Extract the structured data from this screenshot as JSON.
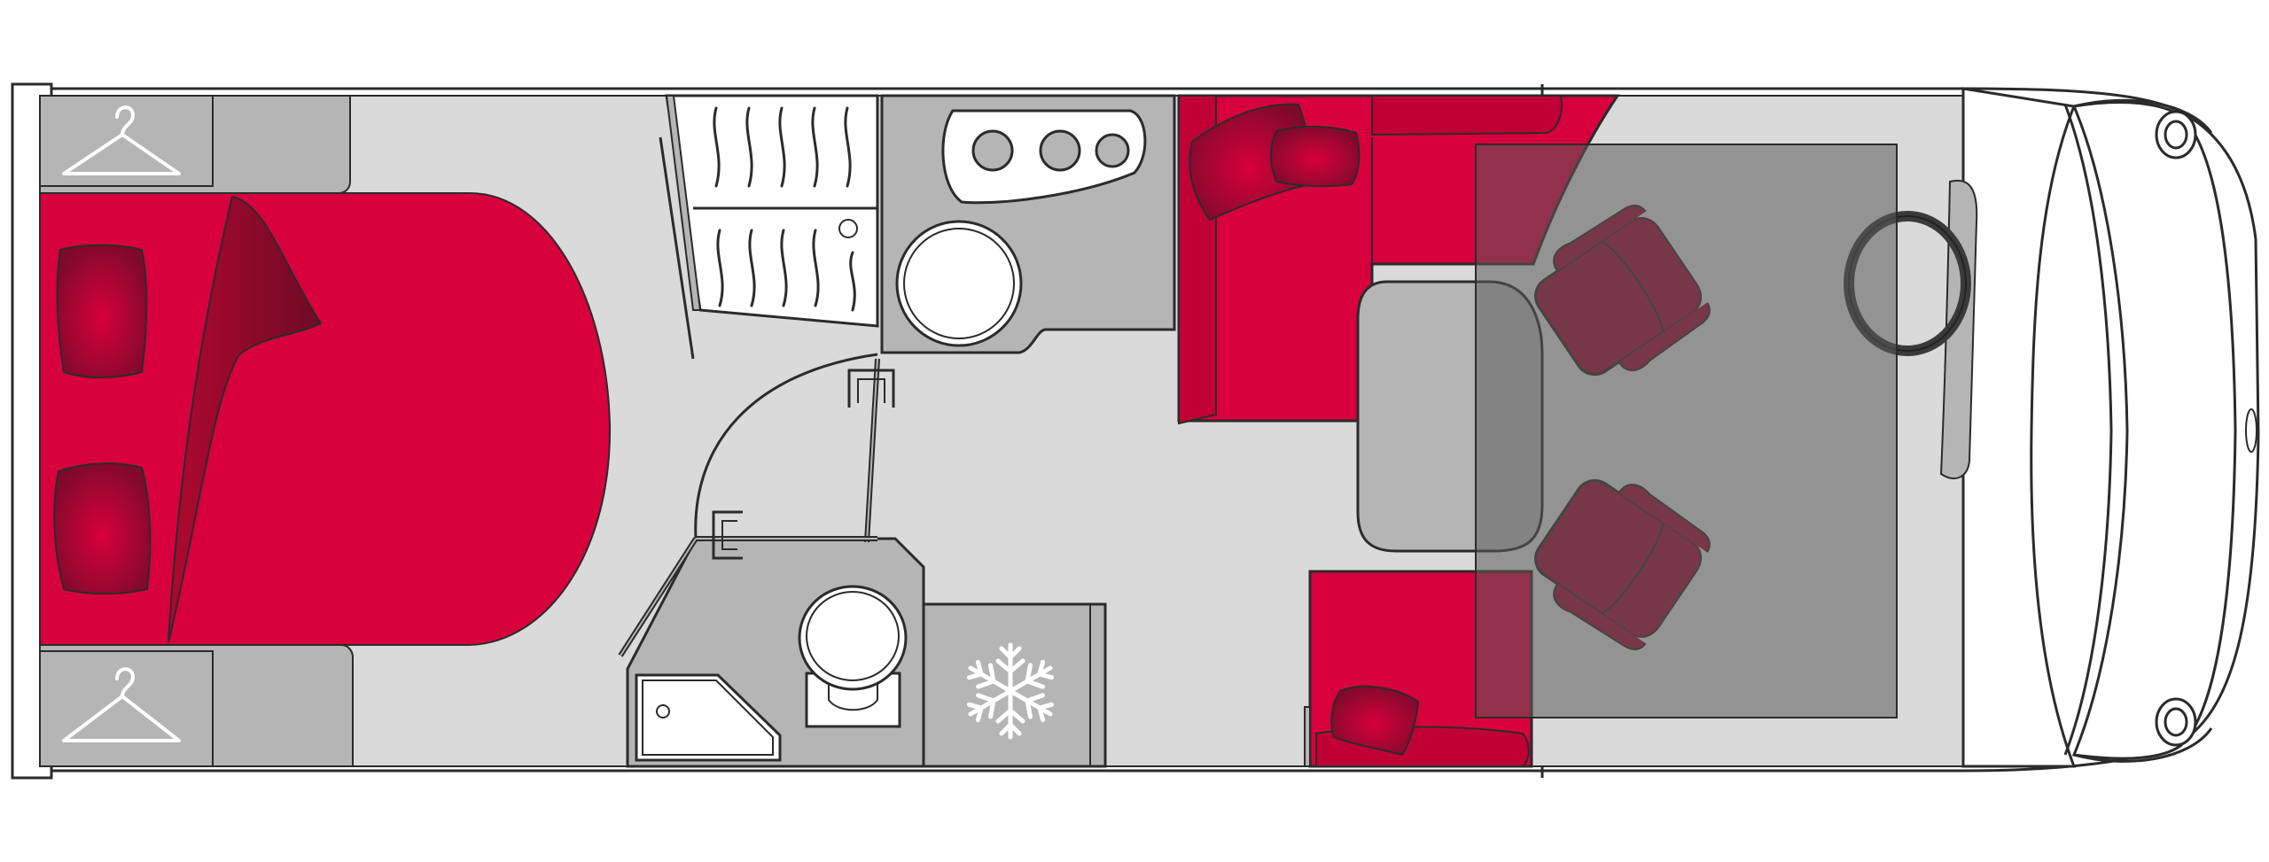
{
  "diagram": {
    "type": "motorhome-floor-plan",
    "colors": {
      "outline": "#2b2b2b",
      "floor": "#dadada",
      "furniture": "#b5b5b5",
      "upholstery": "#d8003c",
      "armchair": "#9c0f34",
      "overlay": "#6f6f6f",
      "icon": "#ffffff"
    },
    "zones": [
      {
        "id": "rear-bed",
        "icon": "double-bed"
      },
      {
        "id": "wardrobe-top",
        "icon": "hanger-icon"
      },
      {
        "id": "wardrobe-bottom",
        "icon": "hanger-icon"
      },
      {
        "id": "fridge",
        "icon": "snowflake-icon"
      },
      {
        "id": "bathroom",
        "icon": "toilet-and-shower"
      },
      {
        "id": "kitchen",
        "icon": "hob-and-sink"
      },
      {
        "id": "dinette",
        "icon": "table-and-sofa"
      },
      {
        "id": "cab",
        "icon": "swivel-seats"
      }
    ]
  }
}
